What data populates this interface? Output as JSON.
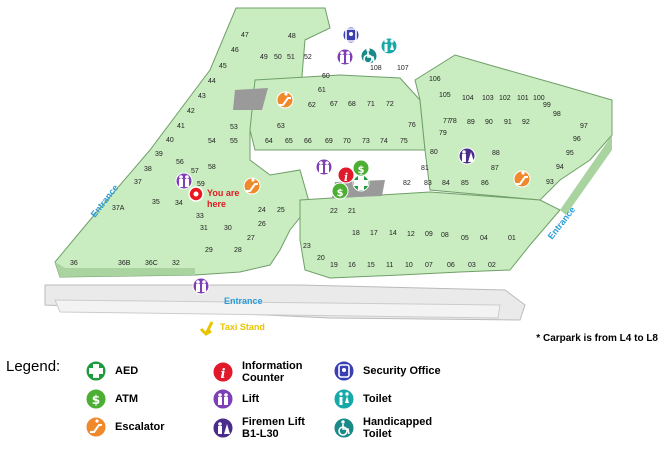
{
  "units": [
    {
      "id": "47"
    },
    {
      "id": "46"
    },
    {
      "id": "45"
    },
    {
      "id": "44"
    },
    {
      "id": "43"
    },
    {
      "id": "42"
    },
    {
      "id": "41"
    },
    {
      "id": "40"
    },
    {
      "id": "39"
    },
    {
      "id": "38"
    },
    {
      "id": "37"
    },
    {
      "id": "37A"
    },
    {
      "id": "36"
    },
    {
      "id": "36B"
    },
    {
      "id": "36C"
    },
    {
      "id": "35"
    },
    {
      "id": "34"
    },
    {
      "id": "33"
    },
    {
      "id": "32"
    },
    {
      "id": "31"
    },
    {
      "id": "30"
    },
    {
      "id": "29"
    },
    {
      "id": "28"
    },
    {
      "id": "27"
    },
    {
      "id": "26"
    },
    {
      "id": "25"
    },
    {
      "id": "24"
    },
    {
      "id": "48"
    },
    {
      "id": "49"
    },
    {
      "id": "50"
    },
    {
      "id": "51"
    },
    {
      "id": "52"
    },
    {
      "id": "53"
    },
    {
      "id": "54"
    },
    {
      "id": "55"
    },
    {
      "id": "56"
    },
    {
      "id": "57"
    },
    {
      "id": "58"
    },
    {
      "id": "59"
    },
    {
      "id": "60"
    },
    {
      "id": "61"
    },
    {
      "id": "62"
    },
    {
      "id": "63"
    },
    {
      "id": "64"
    },
    {
      "id": "65"
    },
    {
      "id": "66"
    },
    {
      "id": "67"
    },
    {
      "id": "68"
    },
    {
      "id": "69"
    },
    {
      "id": "70"
    },
    {
      "id": "71"
    },
    {
      "id": "72"
    },
    {
      "id": "73"
    },
    {
      "id": "74"
    },
    {
      "id": "75"
    },
    {
      "id": "76"
    },
    {
      "id": "77"
    },
    {
      "id": "78"
    },
    {
      "id": "79"
    },
    {
      "id": "80"
    },
    {
      "id": "81"
    },
    {
      "id": "82"
    },
    {
      "id": "83"
    },
    {
      "id": "84"
    },
    {
      "id": "85"
    },
    {
      "id": "86"
    },
    {
      "id": "87"
    },
    {
      "id": "88"
    },
    {
      "id": "89"
    },
    {
      "id": "90"
    },
    {
      "id": "91"
    },
    {
      "id": "92"
    },
    {
      "id": "93"
    },
    {
      "id": "94"
    },
    {
      "id": "95"
    },
    {
      "id": "96"
    },
    {
      "id": "97"
    },
    {
      "id": "98"
    },
    {
      "id": "99"
    },
    {
      "id": "100"
    },
    {
      "id": "101"
    },
    {
      "id": "102"
    },
    {
      "id": "103"
    },
    {
      "id": "104"
    },
    {
      "id": "105"
    },
    {
      "id": "106"
    },
    {
      "id": "107"
    },
    {
      "id": "108"
    },
    {
      "id": "01"
    },
    {
      "id": "02"
    },
    {
      "id": "03"
    },
    {
      "id": "04"
    },
    {
      "id": "05"
    },
    {
      "id": "06"
    },
    {
      "id": "07"
    },
    {
      "id": "08"
    },
    {
      "id": "09"
    },
    {
      "id": "10"
    },
    {
      "id": "11"
    },
    {
      "id": "12"
    },
    {
      "id": "14"
    },
    {
      "id": "15"
    },
    {
      "id": "16"
    },
    {
      "id": "17"
    },
    {
      "id": "18"
    },
    {
      "id": "19"
    },
    {
      "id": "20"
    },
    {
      "id": "21"
    },
    {
      "id": "22"
    },
    {
      "id": "23"
    }
  ],
  "labels": {
    "entrance_left": "Entrance",
    "entrance_bottom": "Entrance",
    "entrance_right": "Entrance",
    "you_are_here_line1": "You are",
    "you_are_here_line2": "here",
    "taxi_stand": "Taxi Stand"
  },
  "note": "* Carpark is from L4 to L8",
  "legend": {
    "title": "Legend:",
    "items": [
      {
        "key": "aed",
        "icon": "aed-icon",
        "label": "AED",
        "color": "#1e9b3c"
      },
      {
        "key": "atm",
        "icon": "atm-icon",
        "label": "ATM",
        "color": "#4caf34"
      },
      {
        "key": "escalator",
        "icon": "escalator-icon",
        "label": "Escalator",
        "color": "#f0892c"
      },
      {
        "key": "info",
        "icon": "information-icon",
        "label": "Information Counter",
        "color": "#e0192b"
      },
      {
        "key": "lift",
        "icon": "lift-icon",
        "label": "Lift",
        "color": "#7e3fb6"
      },
      {
        "key": "firemen",
        "icon": "firemen-lift-icon",
        "label": "Firemen Lift B1-L30",
        "color": "#4a2c8c"
      },
      {
        "key": "security",
        "icon": "security-office-icon",
        "label": "Security Office",
        "color": "#3a3fb2"
      },
      {
        "key": "toilet",
        "icon": "toilet-icon",
        "label": "Toilet",
        "color": "#17a8a8"
      },
      {
        "key": "handicapped",
        "icon": "handicapped-toilet-icon",
        "label": "Handicapped Toilet",
        "color": "#1a8a88"
      }
    ]
  },
  "colors": {
    "floor": "#c9ecc0",
    "floor_edge": "#6f9f68",
    "base": "#e8e8e8",
    "text": "#222222"
  }
}
